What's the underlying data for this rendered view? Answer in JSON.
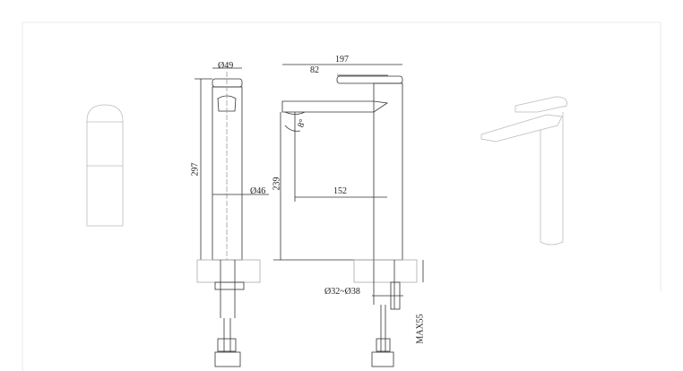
{
  "drawing": {
    "dimensions": {
      "cap_diameter": "Ø49",
      "total_height": "297",
      "body_diameter": "Ø46",
      "overall_length": "197",
      "handle_length": "82",
      "spout_angle": "8°",
      "spout_height": "239",
      "spout_reach": "152",
      "hole_diameter": "Ø32~Ø38",
      "max_counter_thickness": "MAX55"
    },
    "colors": {
      "line": "#333333",
      "faint": "#c8c8c8"
    }
  }
}
